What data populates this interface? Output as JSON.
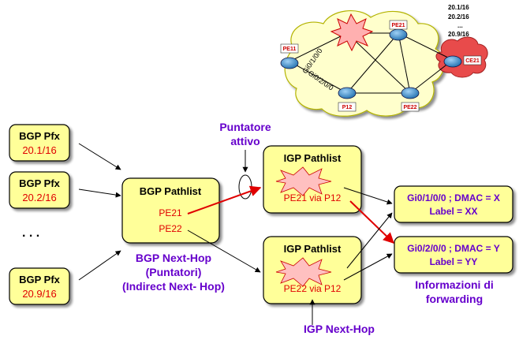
{
  "colors": {
    "box_fill": "#ffff99",
    "box_stroke": "#000000",
    "red": "#e00000",
    "purple": "#6600cc",
    "cloud_fill": "#ffffcc",
    "router_fill": "#3a8ac6",
    "ce_cloud": "#e84b4b"
  },
  "bgp_pfx": [
    {
      "title": "BGP Pfx",
      "prefix": "20.1/16"
    },
    {
      "title": "BGP Pfx",
      "prefix": "20.2/16"
    },
    {
      "title": "BGP Pfx",
      "prefix": "20.9/16"
    }
  ],
  "ellipsis": ". . .",
  "bgp_pathlist": {
    "title": "BGP Pathlist",
    "entries": [
      "PE21",
      "PE22"
    ]
  },
  "igp_pathlists": [
    {
      "title": "IGP Pathlist",
      "entry": "PE21 via P12"
    },
    {
      "title": "IGP Pathlist",
      "entry": "PE22 via P12"
    }
  ],
  "forwarding": [
    {
      "line1": "Gi0/1/0/0 ; DMAC = X",
      "line2": "Label = XX"
    },
    {
      "line1": "Gi0/2/0/0 ; DMAC = Y",
      "line2": "Label = YY"
    }
  ],
  "labels": {
    "active_pointer_1": "Puntatore",
    "active_pointer_2": "attivo",
    "bgp_nexthop_1": "BGP Next-Hop",
    "bgp_nexthop_2": "(Puntatori)",
    "bgp_nexthop_3": "(Indirect Next- Hop)",
    "forwarding_1": "Informazioni  di",
    "forwarding_2": "forwarding",
    "igp_nexthop": "IGP Next-Hop"
  },
  "topology": {
    "routers": [
      "PE11",
      "PE21",
      "P12",
      "PE22",
      "CE21"
    ],
    "interfaces": [
      "Gi0/1/0/0",
      "Gi0/2/0/0"
    ],
    "ce_prefixes": [
      "20.1/16",
      "20.2/16",
      "...",
      "20.9/16"
    ]
  }
}
